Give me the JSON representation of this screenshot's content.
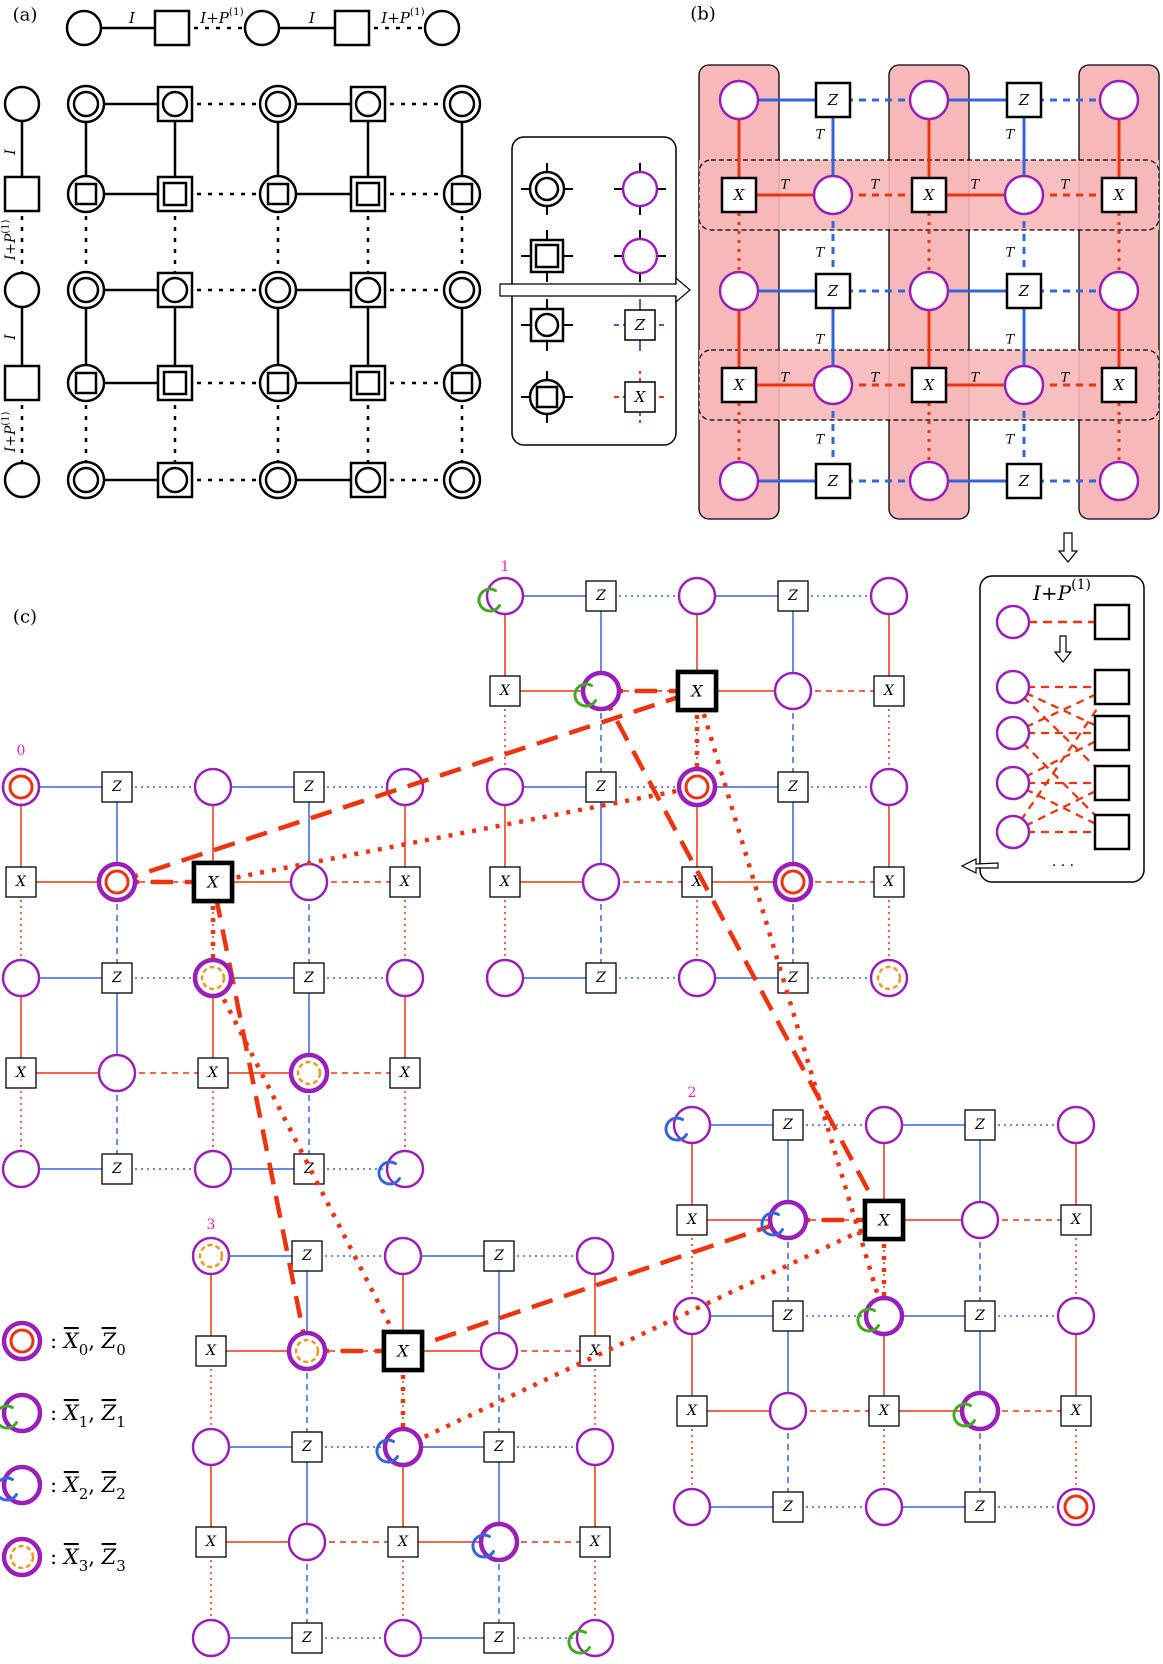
{
  "panels": {
    "a": "(a)",
    "b": "(b)",
    "c": "(c)"
  },
  "labels": {
    "I": "I",
    "ip_base": "I+P",
    "ip_sup": "(1)",
    "T": "T",
    "X": "X",
    "Z": "Z",
    "ellipsis": "· · ·"
  },
  "lattice_tags": [
    "0",
    "1",
    "2",
    "3"
  ],
  "legend": [
    {
      "op": "X",
      "op2": "Z",
      "sub": "0",
      "color": "#ee3311",
      "style": "solid"
    },
    {
      "op": "X",
      "op2": "Z",
      "sub": "1",
      "color": "#44aa22",
      "style": "arc"
    },
    {
      "op": "X",
      "op2": "Z",
      "sub": "2",
      "color": "#3366ee",
      "style": "arc"
    },
    {
      "op": "X",
      "op2": "Z",
      "sub": "3",
      "color": "#ee9922",
      "style": "dashed"
    }
  ],
  "colors": {
    "purple": "#9a1fb8",
    "red": "#ee3311",
    "blue": "#3366dd",
    "pink": "#f6b8b8",
    "green": "#44aa22",
    "orange": "#ee9922",
    "magenta_tag": "#e020e0"
  }
}
